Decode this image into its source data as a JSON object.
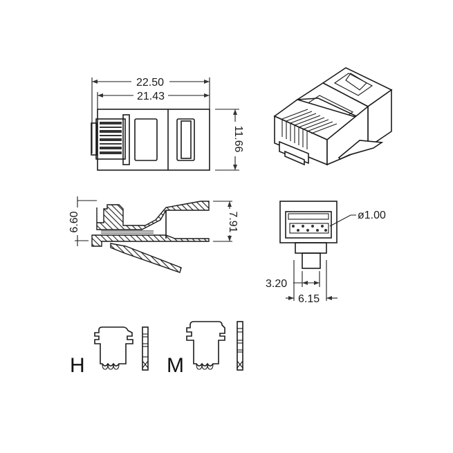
{
  "diagram": {
    "subject": "RJ45 modular plug",
    "top_view": {
      "overall_length": "22.50",
      "body_length": "21.43",
      "width": "11.66"
    },
    "side_view": {
      "contact_height": "6.60",
      "overall_height": "7.91"
    },
    "front_view": {
      "contact_diameter": "ø1.00",
      "latch_width": "3.20",
      "base_width": "6.15"
    },
    "variants": [
      {
        "label": "H"
      },
      {
        "label": "M"
      }
    ]
  }
}
